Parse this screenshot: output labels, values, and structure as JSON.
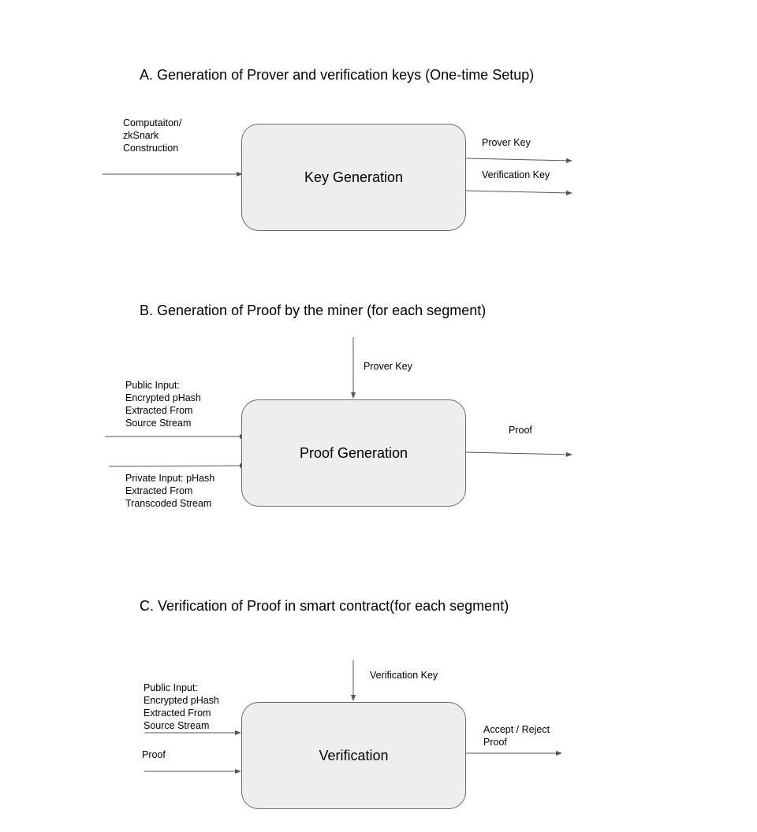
{
  "colors": {
    "box_fill": "#eeeeee",
    "box_border": "#6b6b6b",
    "arrow": "#555555",
    "text": "#000000"
  },
  "section_a": {
    "title": "A. Generation of Prover and verification keys (One-time Setup)",
    "box_label": "Key Generation",
    "input_label": [
      "Computaiton/",
      "zkSnark",
      "Construction"
    ],
    "output_prover_key": "Prover Key",
    "output_verification_key": "Verification Key"
  },
  "section_b": {
    "title": "B. Generation of Proof by the miner (for each segment)",
    "box_label": "Proof Generation",
    "top_input_label": "Prover Key",
    "public_input_label": [
      "Public Input:",
      "Encrypted pHash",
      "Extracted From",
      "Source Stream"
    ],
    "private_input_label": [
      "Private Input: pHash",
      "Extracted From",
      "Transcoded Stream"
    ],
    "output_label": "Proof"
  },
  "section_c": {
    "title": "C. Verification of Proof in smart contract(for each segment)",
    "box_label": "Verification",
    "top_input_label": "Verification Key",
    "public_input_label": [
      "Public Input:",
      "Encrypted pHash",
      "Extracted From",
      "Source Stream"
    ],
    "proof_input_label": "Proof",
    "output_label": [
      "Accept / Reject",
      "Proof"
    ]
  }
}
